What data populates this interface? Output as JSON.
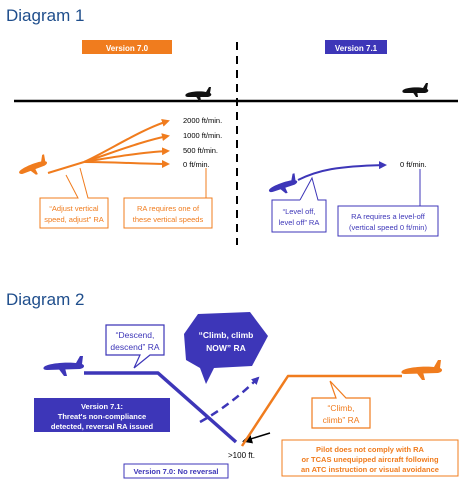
{
  "diagram1": {
    "title": "Diagram 1",
    "version_left": "Version 7.0",
    "version_right": "Version 7.1",
    "rates": [
      "2000 ft/min.",
      "1000 ft/min.",
      "500 ft/min.",
      "0 ft/min."
    ],
    "callout_adjust": [
      "“Adjust vertical",
      "speed, adjust” RA"
    ],
    "note_left": [
      "RA requires one of",
      "these vertical speeds"
    ],
    "rate_right": "0 ft/min.",
    "callout_level": [
      "“Level off,",
      "level off” RA"
    ],
    "note_right": [
      "RA requires a level-off",
      "(vertical speed 0 ft/min)"
    ]
  },
  "diagram2": {
    "title": "Diagram 2",
    "callout_descend": [
      "“Descend,",
      "descend” RA"
    ],
    "callout_climb_now": [
      "“Climb, climb",
      "NOW” RA"
    ],
    "note_71": [
      "Version 7.1:",
      "Threat's non-compliance",
      "detected, reversal RA issued"
    ],
    "distance": ">100 ft.",
    "note_70": "Version 7.0: No reversal",
    "callout_climb": [
      "“Climb,",
      "climb” RA"
    ],
    "note_pilot": [
      "Pilot does not comply with RA",
      "or TCAS unequipped aircraft following",
      "an ATC instruction or visual avoidance"
    ]
  },
  "colors": {
    "orange": "#f07c1e",
    "blue": "#3d36b8",
    "navy": "#1f4e8c"
  }
}
